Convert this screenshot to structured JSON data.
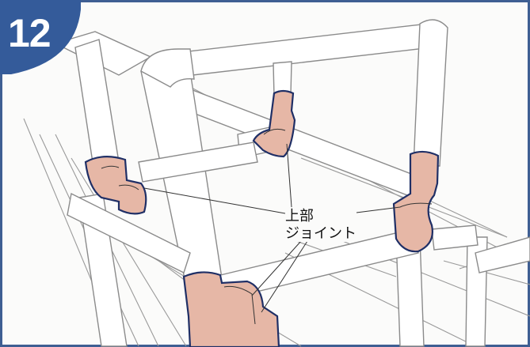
{
  "step": {
    "number": "12"
  },
  "callout": {
    "line1": "上部",
    "line2": "ジョイント"
  },
  "colors": {
    "badge": "#345b9a",
    "frame": "#3f5f93",
    "joint_fill": "#e6b7a6",
    "joint_stroke": "#1f2f66",
    "pipe_stroke": "#8b8b8b"
  }
}
